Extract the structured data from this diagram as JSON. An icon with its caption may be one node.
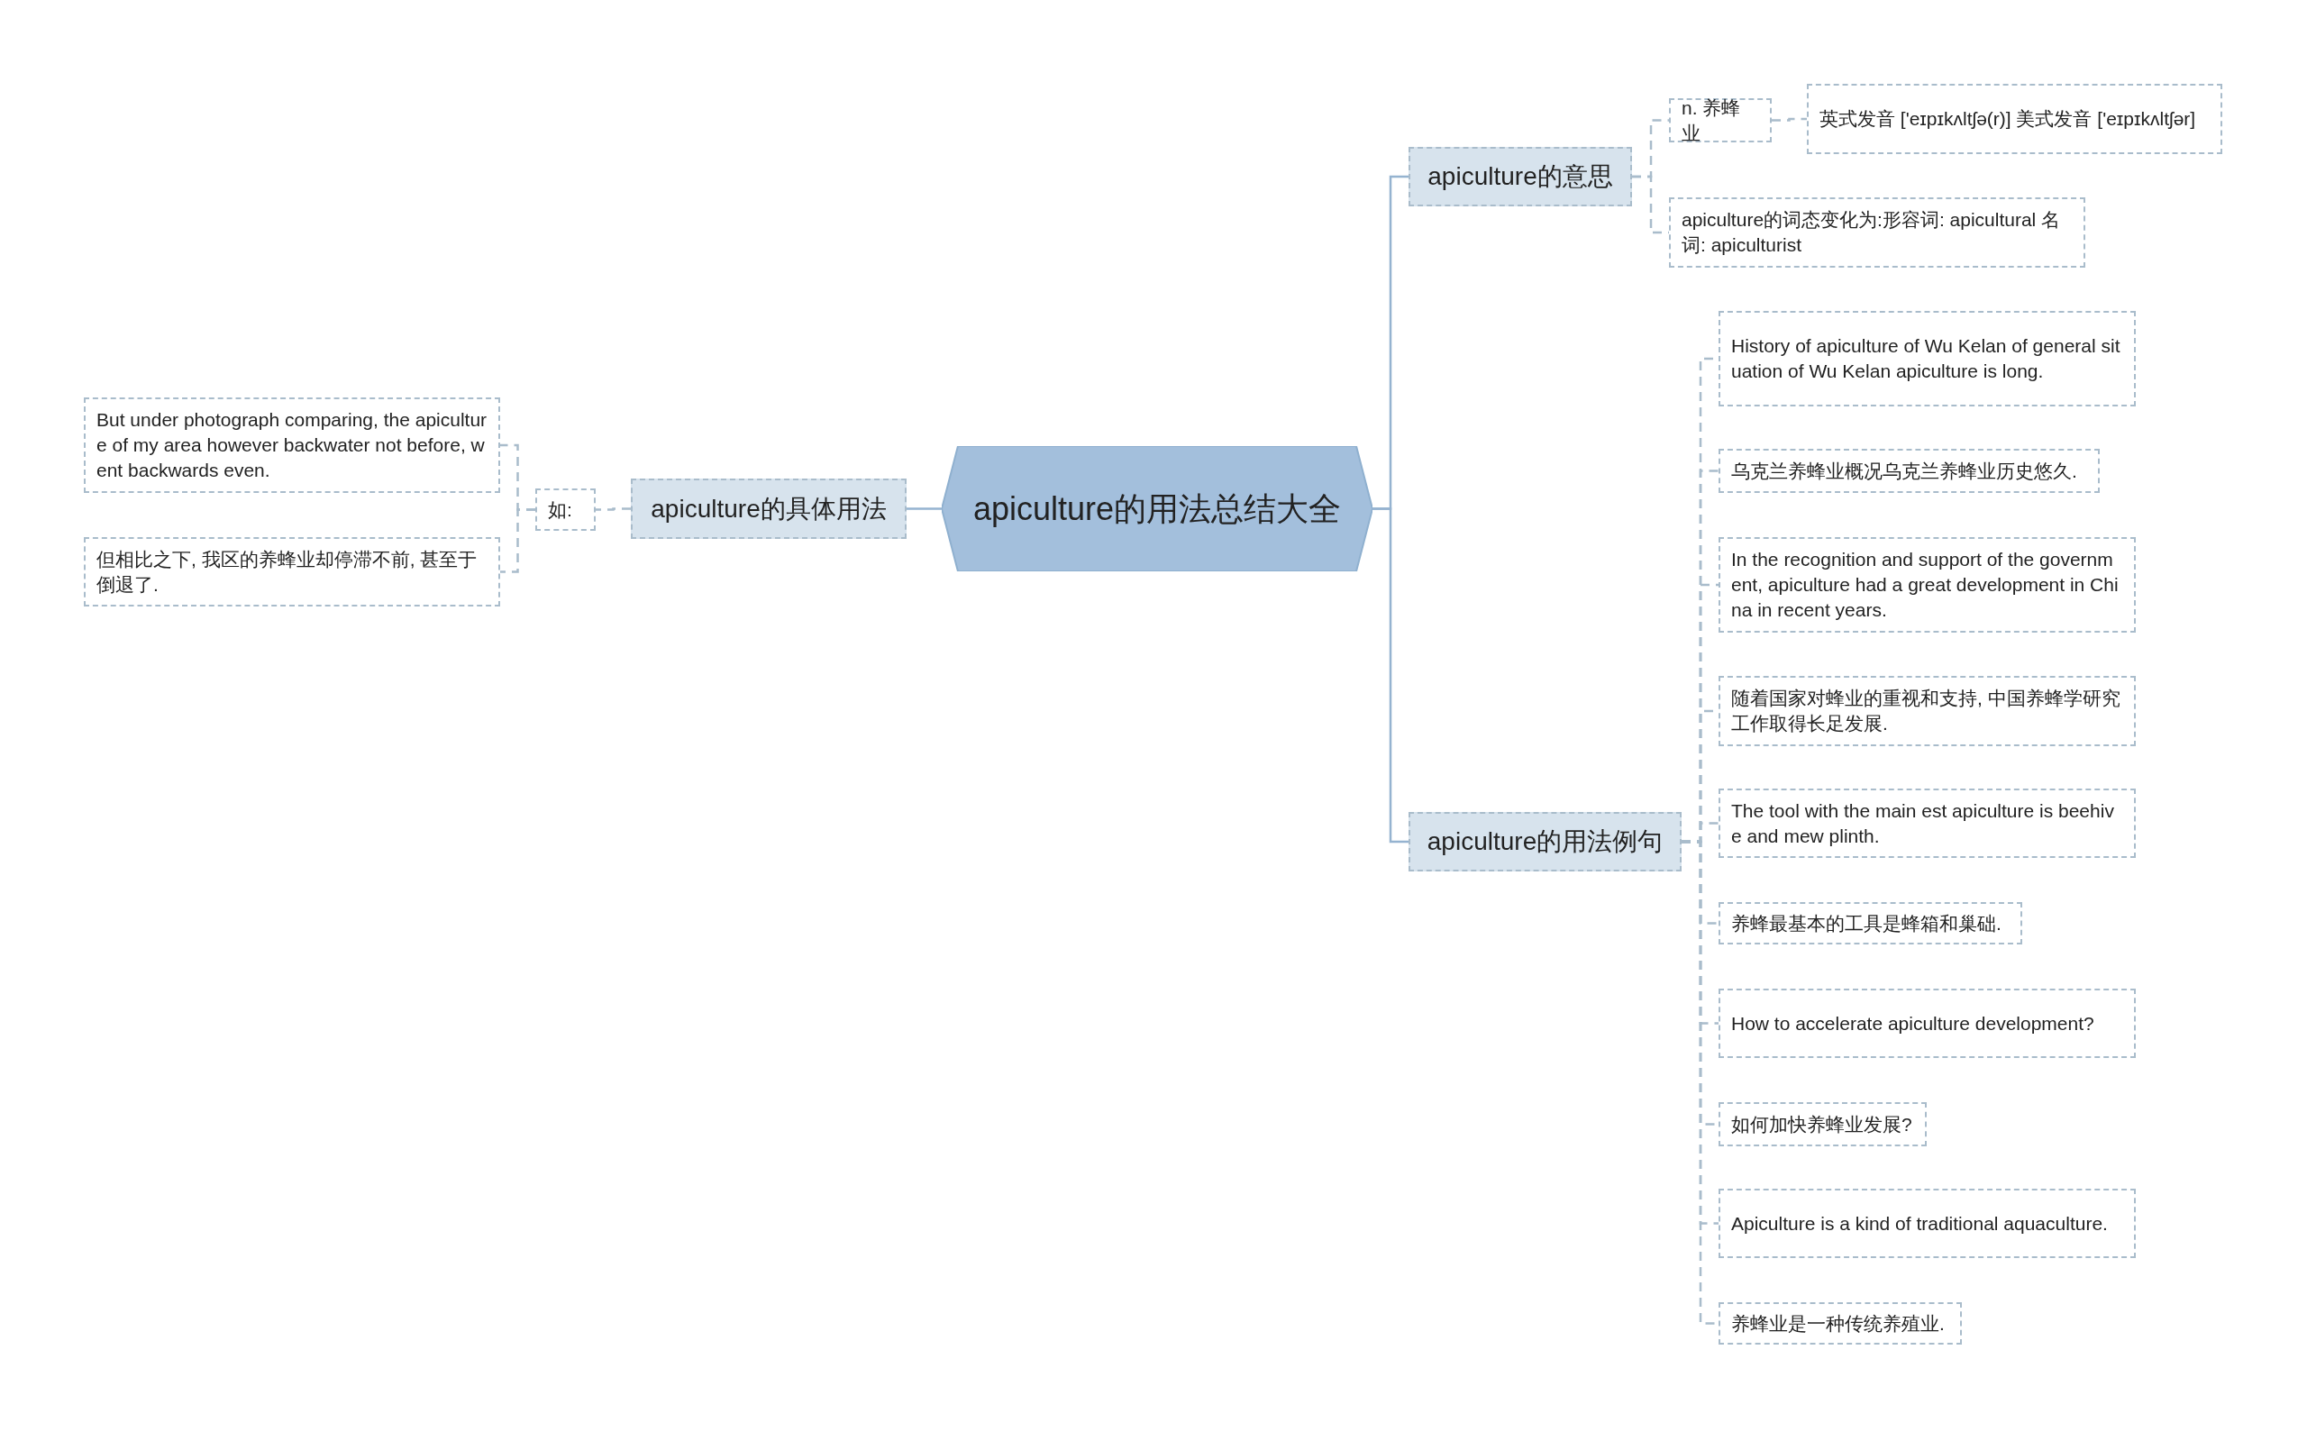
{
  "diagram": {
    "nodes": [
      {
        "text": [
          "apiculture的用法总结大全"
        ]
      },
      {
        "text": [
          "apiculture的意思"
        ]
      },
      {
        "text": [
          "n. 养蜂业"
        ]
      },
      {
        "text": [
          "英式发音 ['eɪpɪkʌltʃə(r)] 美式发音 ['eɪpɪkʌltʃər]"
        ]
      },
      {
        "text": [
          "apiculture的词态变化为:形容词: apicultural 名词: apiculturist"
        ]
      },
      {
        "text": [
          "apiculture的用法例句"
        ]
      },
      {
        "text": [
          "History of apiculture of Wu Kelan of general situation of Wu Kelan apiculture is long."
        ]
      },
      {
        "text": [
          "乌克兰养蜂业概况乌克兰养蜂业历史悠久."
        ]
      },
      {
        "text": [
          "In the recognition and support of the government, apiculture had a great development in China in recent years."
        ]
      },
      {
        "text": [
          "随着国家对蜂业的重视和支持, 中国养蜂学研究工作取得长足发展."
        ]
      },
      {
        "text": [
          "The tool with the main est apiculture is beehive and mew plinth."
        ]
      },
      {
        "text": [
          "养蜂最基本的工具是蜂箱和巢础."
        ]
      },
      {
        "text": [
          "How to accelerate apiculture development?"
        ]
      },
      {
        "text": [
          "如何加快养蜂业发展?"
        ]
      },
      {
        "text": [
          "Apiculture is a kind of traditional aquaculture."
        ]
      },
      {
        "text": [
          "养蜂业是一种传统养殖业."
        ]
      },
      {
        "text": [
          "apiculture的具体用法"
        ]
      },
      {
        "text": [
          "如:"
        ]
      },
      {
        "text": [
          "But under photograph comparing, the apiculture of my area however backwater not before, went backwards even."
        ]
      },
      {
        "text": [
          "但相比之下, 我区的养蜂业却停滞不前, 甚至于倒退了."
        ]
      }
    ],
    "edges": [
      {
        "from": 0,
        "to": 1,
        "arrow": "none"
      },
      {
        "from": 1,
        "to": 2,
        "arrow": "none",
        "style": "dashed"
      },
      {
        "from": 2,
        "to": 3,
        "arrow": "none",
        "style": "dashed"
      },
      {
        "from": 1,
        "to": 4,
        "arrow": "none",
        "style": "dashed"
      },
      {
        "from": 0,
        "to": 5,
        "arrow": "none"
      },
      {
        "from": 5,
        "to": 6,
        "arrow": "none",
        "style": "dashed"
      },
      {
        "from": 5,
        "to": 7,
        "arrow": "none",
        "style": "dashed"
      },
      {
        "from": 5,
        "to": 8,
        "arrow": "none",
        "style": "dashed"
      },
      {
        "from": 5,
        "to": 9,
        "arrow": "none",
        "style": "dashed"
      },
      {
        "from": 5,
        "to": 10,
        "arrow": "none",
        "style": "dashed"
      },
      {
        "from": 5,
        "to": 11,
        "arrow": "none",
        "style": "dashed"
      },
      {
        "from": 5,
        "to": 12,
        "arrow": "none",
        "style": "dashed"
      },
      {
        "from": 5,
        "to": 13,
        "arrow": "none",
        "style": "dashed"
      },
      {
        "from": 5,
        "to": 14,
        "arrow": "none",
        "style": "dashed"
      },
      {
        "from": 5,
        "to": 15,
        "arrow": "none",
        "style": "dashed"
      },
      {
        "from": 0,
        "to": 16,
        "arrow": "none"
      },
      {
        "from": 16,
        "to": 17,
        "arrow": "none",
        "style": "dashed"
      },
      {
        "from": 17,
        "to": 18,
        "arrow": "none",
        "style": "dashed"
      },
      {
        "from": 17,
        "to": 19,
        "arrow": "none",
        "style": "dashed"
      }
    ]
  }
}
